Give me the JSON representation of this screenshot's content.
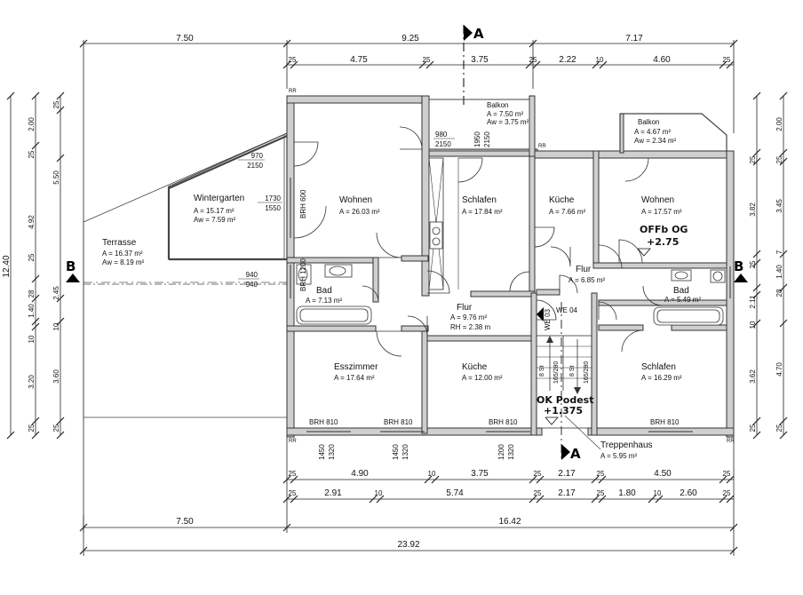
{
  "title_markers": {
    "section_a": "A",
    "section_b": "B"
  },
  "dims_top": {
    "row1": [
      "7.50",
      "9.25",
      "7.17"
    ],
    "row2": [
      "25",
      "4.75",
      "25",
      "3.75",
      "25",
      "2.22",
      "10",
      "4.60",
      "25"
    ]
  },
  "dims_bottom": {
    "row1": [
      "25",
      "4.90",
      "10",
      "3.75",
      "25",
      "2.17",
      "25",
      "4.50",
      "25"
    ],
    "row2": [
      "25",
      "2.91",
      "10",
      "5.74",
      "25",
      "2.17",
      "25",
      "1.80",
      "10",
      "2.60",
      "25"
    ],
    "row3": [
      "7.50",
      "16.42"
    ],
    "row4": [
      "23.92"
    ]
  },
  "dims_left": {
    "outer": "12.40",
    "mid": [
      "4.92",
      "28",
      "1.40",
      "10",
      "3.20"
    ],
    "inner": [
      "25",
      "2.00",
      "25",
      "5.50",
      "25",
      "2.45",
      "10",
      "3.60",
      "25",
      "25"
    ]
  },
  "dims_right": {
    "inner": [
      "2.00",
      "25",
      "3.82",
      "25",
      "2.11",
      "28",
      "10",
      "3.62",
      "25"
    ],
    "outer": [
      "25",
      "3.45",
      "7",
      "1.40",
      "4.70",
      "25"
    ]
  },
  "rooms": [
    {
      "name": "Terrasse",
      "area": "A = 16.37 m²",
      "aw": "Aw = 8.19 m²"
    },
    {
      "name": "Wintergarten",
      "area": "A = 15.17 m²",
      "aw": "Aw = 7.59 m²"
    },
    {
      "name": "Wohnen",
      "area": "A = 26.03 m²"
    },
    {
      "name": "Balkon",
      "area": "A = 7.50 m²",
      "aw": "Aw = 3.75 m²"
    },
    {
      "name": "Schlafen",
      "area": "A = 17.84 m²"
    },
    {
      "name": "Küche",
      "area": "A = 7.66 m²"
    },
    {
      "name": "Balkon",
      "area": "A = 4.67 m²",
      "aw": "Aw = 2.34 m²"
    },
    {
      "name": "Wohnen",
      "area": "A = 17.57 m²"
    },
    {
      "name": "Bad",
      "area": "A = 7.13 m²"
    },
    {
      "name": "Flur",
      "area": "A = 9.76 m²",
      "rh": "RH = 2.38 m"
    },
    {
      "name": "Flur",
      "area": "A = 6.85 m²"
    },
    {
      "name": "Bad",
      "area": "A = 5.49 m²"
    },
    {
      "name": "Esszimmer",
      "area": "A = 17.64 m²"
    },
    {
      "name": "Küche",
      "area": "A = 12.00 m²"
    },
    {
      "name": "Schlafen",
      "area": "A = 16.29 m²"
    },
    {
      "name": "Treppenhaus",
      "area": "A = 5.95 m²"
    }
  ],
  "levels": {
    "offb_label": "OFFb OG",
    "offb_value": "+2.75",
    "podest_label": "OK Podest",
    "podest_value": "+1.375"
  },
  "openings": {
    "brh810": "BRH 810",
    "brh600": "BRH 600",
    "brh1200": "BRH 1200",
    "d970": "970",
    "d2150": "2150",
    "d1730": "1730",
    "d1550": "1550",
    "d940": "940",
    "d980": "980",
    "d1950": "1950",
    "w1450": "1450",
    "w1320": "1320",
    "w1200": "1200",
    "rr": "RR"
  },
  "misc": {
    "we03": "WE 03",
    "we04": "WE 04",
    "stairs_a": "8 St",
    "stairs_b": "165/280"
  }
}
